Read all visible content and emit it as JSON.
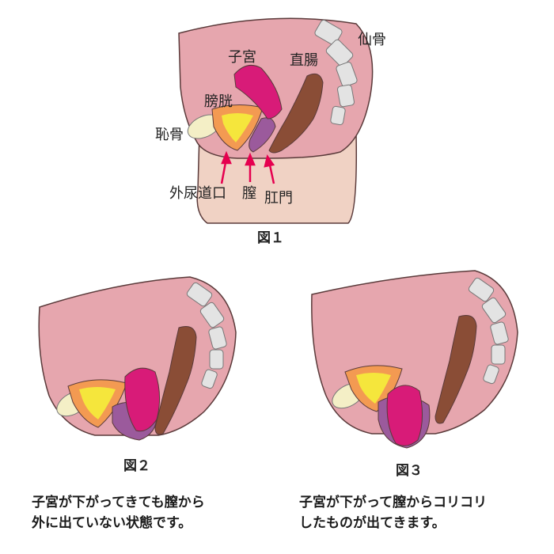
{
  "figure1": {
    "caption": "図１",
    "labels": {
      "uterus": "子宮",
      "rectum": "直腸",
      "sacrum": "仙骨",
      "bladder": "膀胱",
      "pubic_bone": "恥骨",
      "urethral_opening": "外尿道口",
      "vagina": "膣",
      "anus": "肛門"
    }
  },
  "figure2": {
    "caption": "図２",
    "description_line1": "子宮が下がってきても膣から",
    "description_line2": "外に出ていない状態です。"
  },
  "figure3": {
    "caption": "図３",
    "description_line1": "子宮が下がって膣からコリコリ",
    "description_line2": "したものが出てきます。"
  },
  "colors": {
    "body_pink": "#e6a6ae",
    "body_outline": "#5a3a3a",
    "skin": "#f0d2c4",
    "uterus": "#d81b78",
    "bladder_orange": "#f39a52",
    "bladder_yellow": "#f5e63c",
    "vagina_purple": "#9b5a9c",
    "rectum_brown": "#8a4d36",
    "bone": "#e3e3e3",
    "arrow": "#e5004f"
  }
}
